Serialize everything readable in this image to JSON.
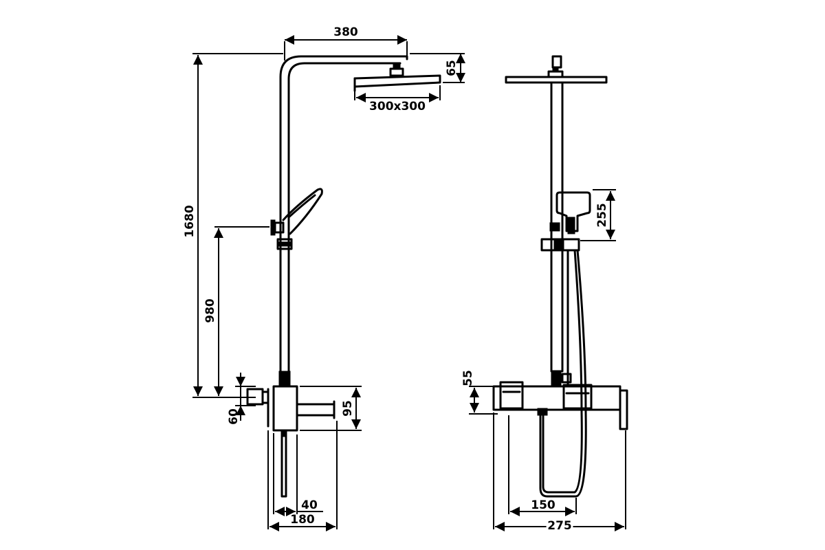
{
  "dimensions": {
    "arm_reach": "380",
    "head_drop": "65",
    "head_size": "300x300",
    "total_height": "1680",
    "holder_height": "980",
    "mixer_offset": "60",
    "spout_height": "95",
    "outlet_distance": "40",
    "mixer_depth": "180",
    "handshower_height": "255",
    "mixer_height": "55",
    "outlet_spacing": "150",
    "mixer_width": "275"
  }
}
